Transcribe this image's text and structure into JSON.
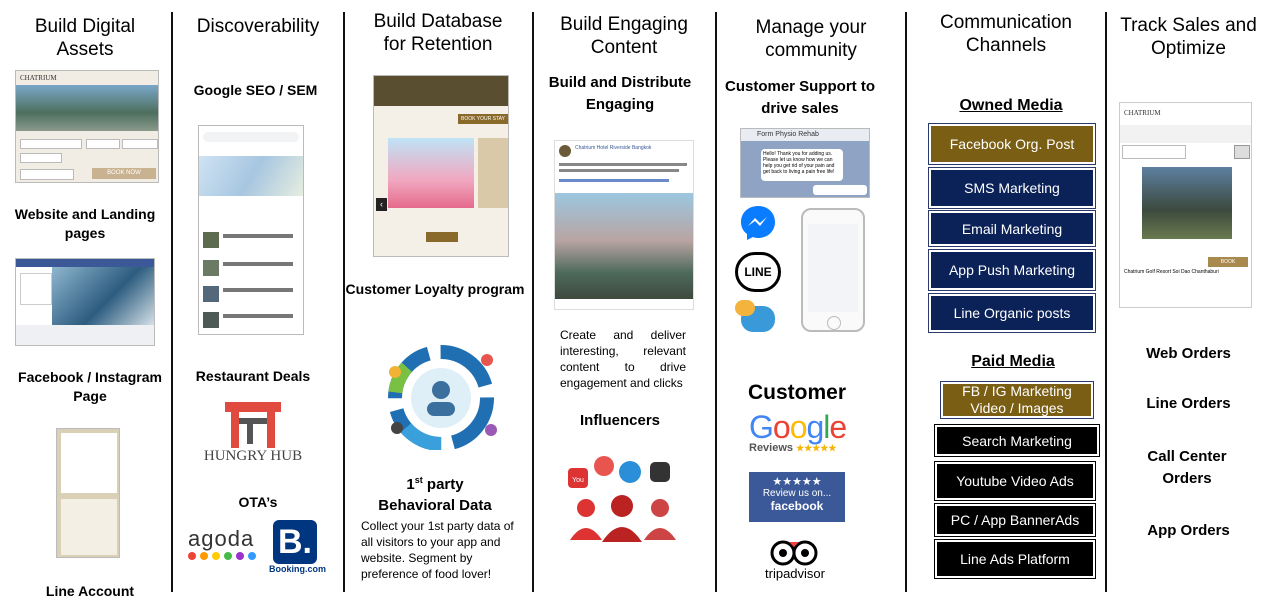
{
  "columns": {
    "assets": {
      "title": "Build Digital Assets",
      "website_label": "Website and Landing pages",
      "facebook_label": "Facebook / Instagram Page",
      "line_label": "Line Account",
      "brand": "CHATRIUM",
      "booking_btn": "BOOK NOW"
    },
    "discover": {
      "title": "Discoverability",
      "seo_label": "Google SEO / SEM",
      "restaurant_label": "Restaurant Deals",
      "hungry_hub": "HUNGRY HUB",
      "ota_label": "OTA’s",
      "agoda": "agoda",
      "booking": "Booking.com"
    },
    "database": {
      "title": "Build Database for Retention",
      "loyalty_label": "Customer Loyalty program",
      "behav_title_a": "1",
      "behav_title_sup": "st",
      "behav_title_b": " party",
      "behav_title_c": "Behavioral Data",
      "desc": "Collect your 1st party data of all visitors to your app and website. Segment by preference of food lover!",
      "banner_btn": "BOOK YOUR STAY"
    },
    "content": {
      "title": "Build Engaging Content",
      "sub": "Build and Distribute Engaging",
      "desc": "Create and deliver interesting, relevant content to drive engagement and clicks",
      "influencers": "Influencers",
      "post_name": "Chatrium Hotel Riverside Bangkok"
    },
    "community": {
      "title": "Manage your community",
      "sub": "Customer Support to drive sales",
      "line_text": "LINE",
      "customer": "Customer",
      "google": "Google",
      "reviews": "Reviews",
      "fb_review_a": "Review us on...",
      "fb_review_b": "facebook",
      "tripadvisor": "tripadvisor",
      "chat_header": "Form Physio Rehab",
      "chat_msg": "Hello! Thank you for adding us. Please let us know how we can help you get rid of your pain and get back to living a pain free life!"
    },
    "channels": {
      "title": "Communication Channels",
      "owned": "Owned Media",
      "paid": "Paid Media",
      "owned_items": [
        "Facebook Org. Post",
        "SMS Marketing",
        "Email Marketing",
        "App Push Marketing",
        "Line Organic posts"
      ],
      "paid_items": [
        "FB / IG Marketing Video / Images",
        "Search Marketing",
        "Youtube Video Ads",
        "PC / App BannerAds",
        "Line Ads Platform"
      ]
    },
    "sales": {
      "title": "Track Sales and Optimize",
      "orders": [
        "Web Orders",
        "Line Orders",
        "Call Center Orders",
        "App Orders"
      ],
      "hotel_name": "Chatrium Golf Resort Soi Dao Chanthaburi",
      "book": "BOOK"
    }
  },
  "colors": {
    "navy": "#0b2258",
    "gold": "#7a5e14",
    "black": "#000000"
  }
}
